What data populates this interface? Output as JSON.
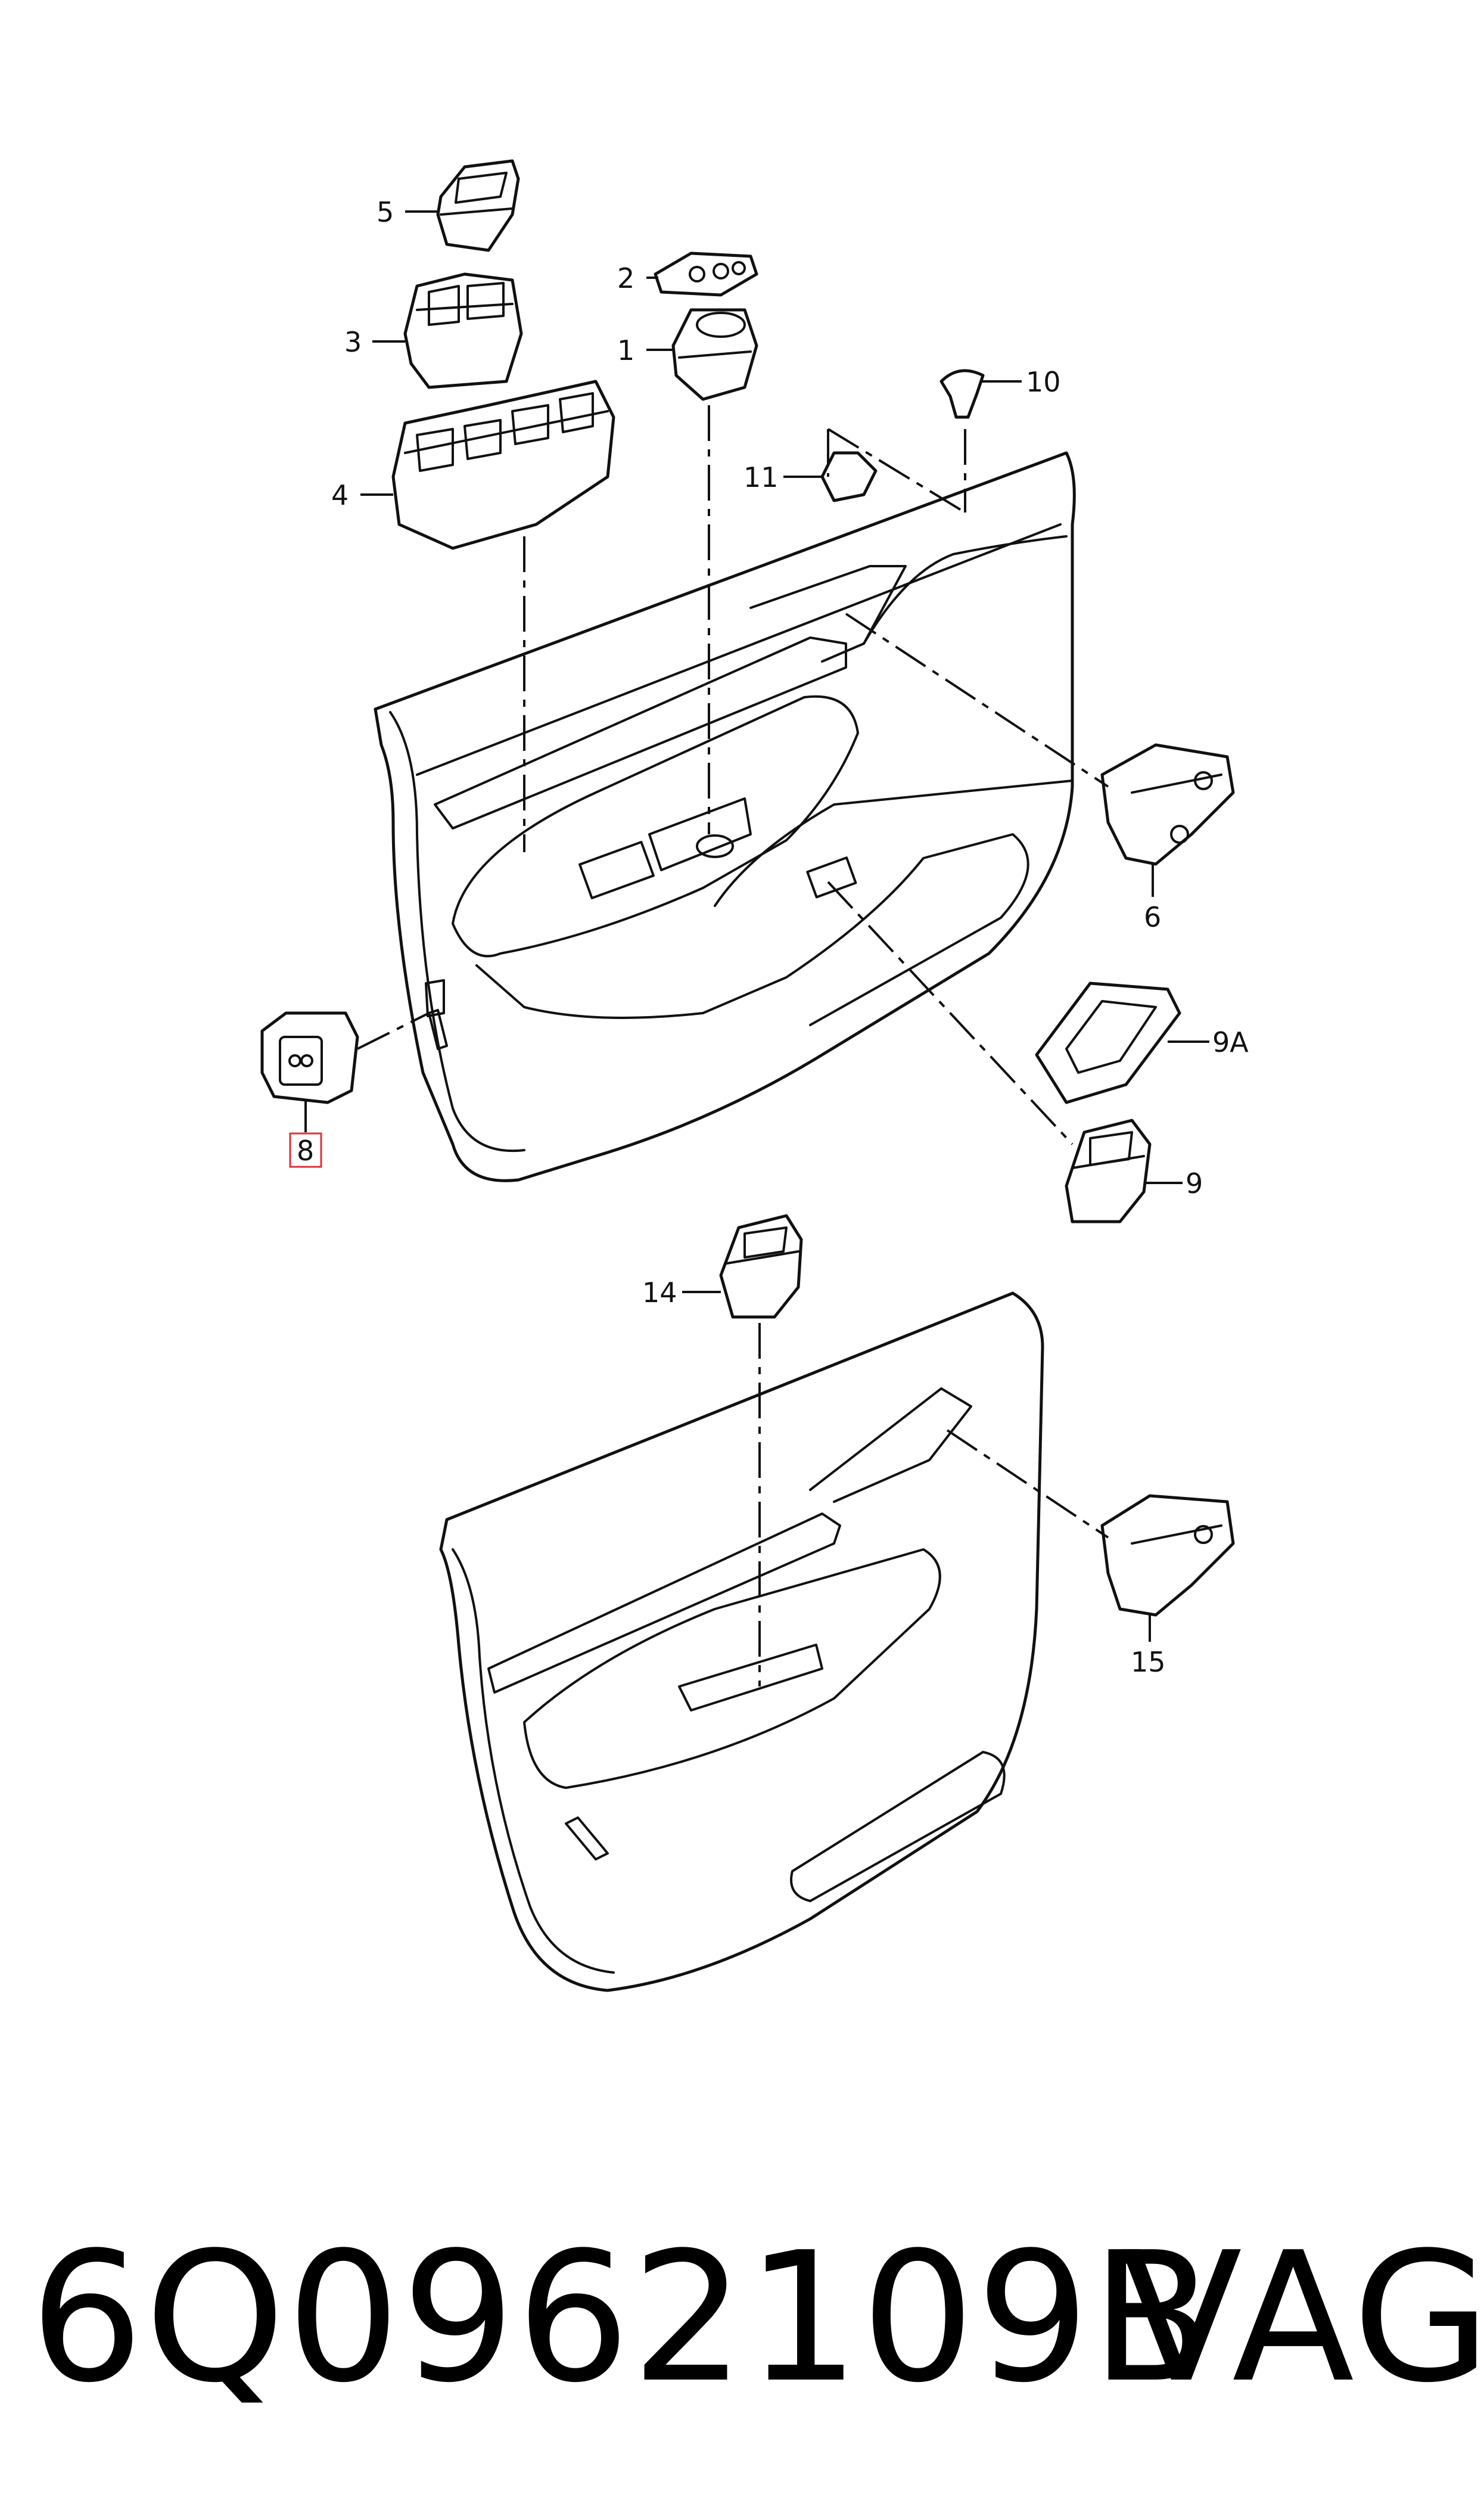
{
  "callouts": {
    "c1": "1",
    "c2": "2",
    "c3": "3",
    "c4": "4",
    "c5": "5",
    "c6": "6",
    "c8": "8",
    "c9": "9",
    "c9a": "9A",
    "c10": "10",
    "c11": "11",
    "c14": "14",
    "c15": "15"
  },
  "highlighted_callout": "8",
  "highlight_color": "#e0303a",
  "footer": {
    "part_number": "6Q0962109B",
    "brand": "VAG"
  }
}
